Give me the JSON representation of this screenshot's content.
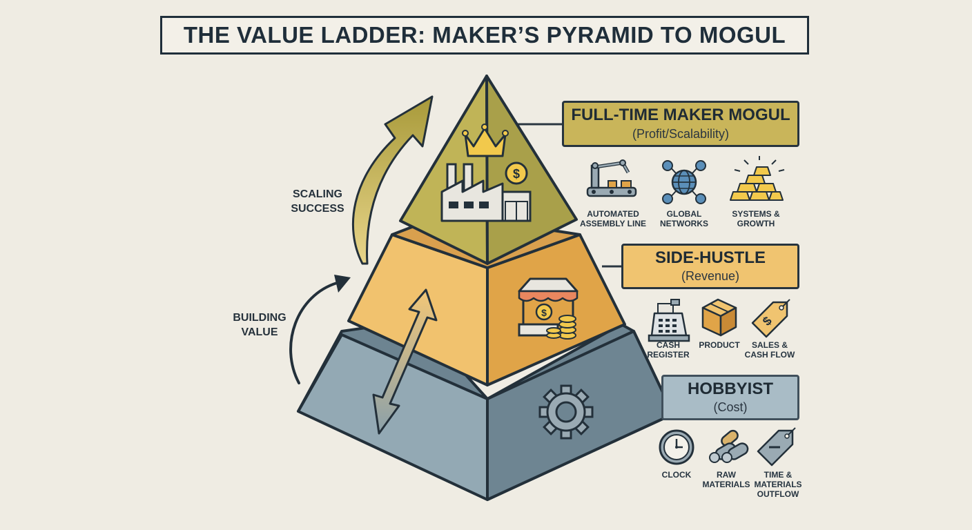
{
  "title": "THE VALUE LADDER: MAKER’S PYRAMID TO MOGUL",
  "side_labels": {
    "scaling": [
      "SCALING",
      "SUCCESS"
    ],
    "building": [
      "BUILDING",
      "VALUE"
    ]
  },
  "tiers": {
    "top": {
      "title": "FULL-TIME MAKER MOGUL",
      "subtitle": "(Profit/Scalability)",
      "color": "#c9b55a",
      "icons": [
        {
          "icon": "robot-arm-assembly-icon",
          "label": [
            "AUTOMATED",
            "ASSEMBLY LINE"
          ]
        },
        {
          "icon": "global-network-icon",
          "label": [
            "GLOBAL",
            "NETWORKS"
          ]
        },
        {
          "icon": "gold-bars-icon",
          "label": [
            "SYSTEMS &",
            "GROWTH"
          ]
        }
      ]
    },
    "middle": {
      "title": "SIDE-HUSTLE",
      "subtitle": "(Revenue)",
      "color": "#f0c470",
      "icons": [
        {
          "icon": "cash-register-icon",
          "label": [
            "CASH",
            "REGISTER"
          ]
        },
        {
          "icon": "product-box-icon",
          "label": [
            "PRODUCT"
          ]
        },
        {
          "icon": "price-tag-dollar-icon",
          "label": [
            "SALES &",
            "CASH FLOW"
          ]
        }
      ]
    },
    "bottom": {
      "title": "HOBBYIST",
      "subtitle": "(Cost)",
      "color": "#a9bcc6",
      "icons": [
        {
          "icon": "clock-icon",
          "label": [
            "CLOCK"
          ]
        },
        {
          "icon": "raw-materials-logs-icon",
          "label": [
            "RAW",
            "MATERIALS"
          ]
        },
        {
          "icon": "price-tag-minus-icon",
          "label": [
            "TIME &",
            "MATERIALS",
            "OUTFLOW"
          ]
        }
      ]
    }
  }
}
